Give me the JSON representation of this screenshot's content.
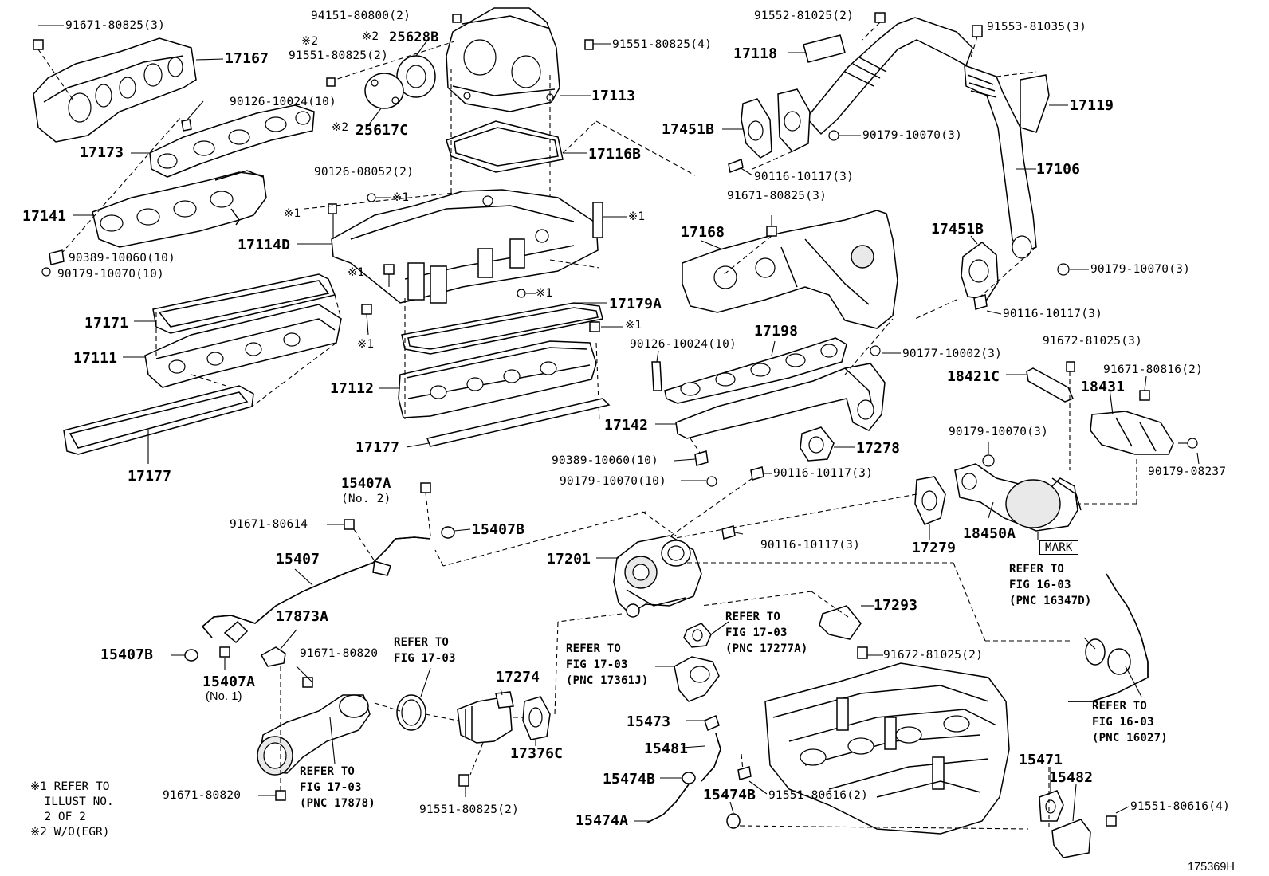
{
  "diagram": {
    "figure_id": "175369H",
    "mark_label": "MARK",
    "legend": {
      "line1": "※1 REFER TO",
      "line2": "  ILLUST NO.",
      "line3": "  2 OF 2",
      "line4": "※2 W/O(EGR)"
    },
    "labels": {
      "p91671_80825_a": "91671-80825(3)",
      "p17167": "17167",
      "note2_a": "※2",
      "p91551_80825_2": "91551-80825(2)",
      "p94151_80800": "94151-80800(2)",
      "note2_b": "※2",
      "p25628B": "25628B",
      "p91551_80825_4": "91551-80825(4)",
      "p91552_81025": "91552-81025(2)",
      "p91553_81035": "91553-81035(3)",
      "p17118": "17118",
      "p90126_10024_a": "90126-10024(10)",
      "note2_c": "※2",
      "p25617C": "25617C",
      "p17113": "17113",
      "p17119": "17119",
      "p17173": "17173",
      "p17451B_a": "17451B",
      "p90179_10070_3a": "90179-10070(3)",
      "p17116B": "17116B",
      "p90126_08052": "90126-08052(2)",
      "p90116_10117_a": "90116-10117(3)",
      "p17106": "17106",
      "note1_a": "※1",
      "p17141": "17141",
      "note1_b": "※1",
      "note1_c": "※1",
      "p91671_80825_b": "91671-80825(3)",
      "p17168": "17168",
      "p17451B_b": "17451B",
      "p17114D": "17114D",
      "p90389_10060_a": "90389-10060(10)",
      "p90179_10070_10a": "90179-10070(10)",
      "note1_d": "※1",
      "p90179_10070_3b": "90179-10070(3)",
      "note1_e": "※1",
      "p17179A": "17179A",
      "p90116_10117_b": "90116-10117(3)",
      "p17171": "17171",
      "note1_f": "※1",
      "p17198": "17198",
      "p91672_81025_3": "91672-81025(3)",
      "note1_g": "※1",
      "p90126_10024_b": "90126-10024(10)",
      "p90177_10002": "90177-10002(3)",
      "p17111": "17111",
      "p91671_80816": "91671-80816(2)",
      "p18421C": "18421C",
      "p18431": "18431",
      "p17112": "17112",
      "p17142": "17142",
      "p90179_10070_3c": "90179-10070(3)",
      "p17278": "17278",
      "p17177_a": "17177",
      "p90389_10060_b": "90389-10060(10)",
      "p90179_08237": "90179-08237",
      "p90179_10070_10b": "90179-10070(10)",
      "p90116_10117_c": "90116-10117(3)",
      "p17177_b": "17177",
      "p15407A_top": "15407A",
      "no2": "(No. 2)",
      "p91671_80614": "91671-80614",
      "p15407B_top": "15407B",
      "p17279": "17279",
      "p18450A": "18450A",
      "p90116_10117_d": "90116-10117(3)",
      "p15407": "15407",
      "p17201": "17201",
      "refer_16_03a_1": "REFER TO",
      "refer_16_03a_2": "FIG 16-03",
      "refer_16_03a_3": "(PNC 16347D)",
      "p17873A": "17873A",
      "p17293": "17293",
      "refer_17_03a_1": "REFER TO",
      "refer_17_03a_2": "FIG 17-03",
      "refer_17_03a_3": "(PNC 17277A)",
      "p15407B_bot": "15407B",
      "p91671_80820_a": "91671-80820",
      "refer_17_03b_1": "REFER TO",
      "refer_17_03b_2": "FIG 17-03",
      "refer_17_03c_1": "REFER TO",
      "refer_17_03c_2": "FIG 17-03",
      "refer_17_03c_3": "(PNC 17361J)",
      "p91672_81025_2": "91672-81025(2)",
      "p15407A_bot": "15407A",
      "no1": "(No. 1)",
      "p17274": "17274",
      "refer_16_03b_1": "REFER TO",
      "refer_16_03b_2": "FIG 16-03",
      "refer_16_03b_3": "(PNC 16027)",
      "p15473": "15473",
      "p15481": "15481",
      "p17376C": "17376C",
      "p15471": "15471",
      "p15482": "15482",
      "refer_17_03d_1": "REFER TO",
      "refer_17_03d_2": "FIG 17-03",
      "refer_17_03d_3": "(PNC 17878)",
      "p15474B_a": "15474B",
      "p15474B_b": "15474B",
      "p91551_80616_2": "91551-80616(2)",
      "p91551_80616_4": "91551-80616(4)",
      "p91671_80820_b": "91671-80820",
      "p91551_80825_2b": "91551-80825(2)",
      "p15474A": "15474A"
    }
  }
}
